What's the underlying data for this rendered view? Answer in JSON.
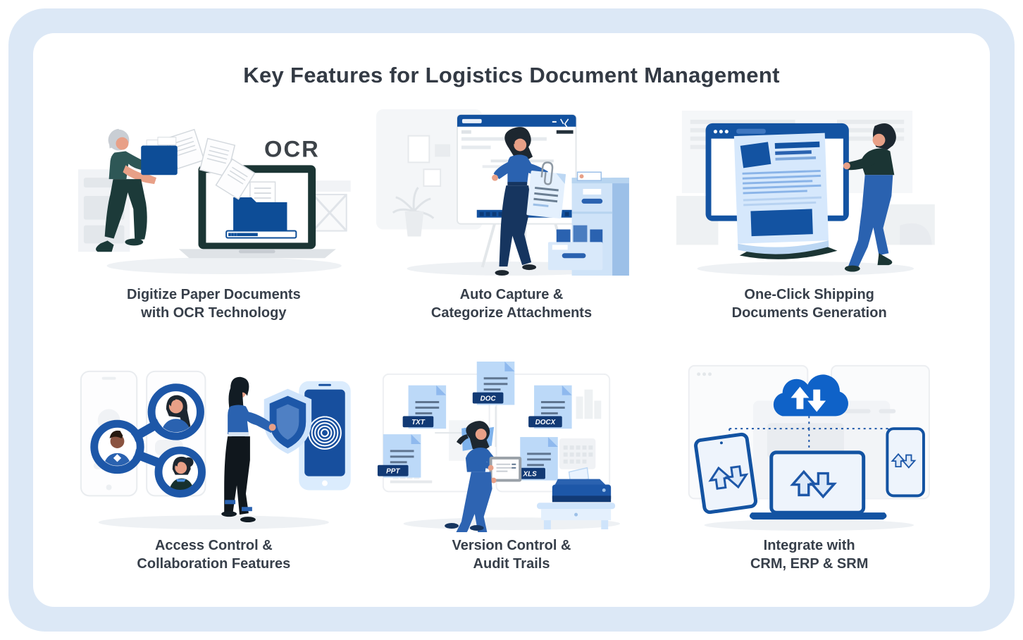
{
  "page": {
    "title": "Key Features for Logistics Document Management"
  },
  "theme": {
    "outer_background": "#ffffff",
    "frame_border": "#dce8f6",
    "card_background": "#ffffff",
    "heading_color": "#333a44",
    "caption_color": "#373f4a",
    "primary_blue": "#1353a2",
    "accent_blue_light": "#cfe4fb",
    "dark_teal": "#1b3534"
  },
  "features": [
    {
      "id": "digitize-ocr",
      "caption_line1": "Digitize Paper Documents",
      "caption_line2": "with OCR Technology",
      "alt": "Person carrying a blue folder while papers fly into a laptop folder with a progress bar"
    },
    {
      "id": "auto-capture",
      "caption_line1": "Auto Capture &",
      "caption_line2": "Categorize Attachments",
      "alt": "Person moving a paper-clipped attachment from a browser window into a file cabinet"
    },
    {
      "id": "shipping-docs",
      "caption_line1": "One-Click Shipping",
      "caption_line2": "Documents Generation",
      "alt": "Person viewing a long generated document scrolling out of a browser window"
    },
    {
      "id": "access-control",
      "caption_line1": "Access Control &",
      "caption_line2": "Collaboration Features",
      "alt": "Connected user avatars, a woman holding a security shield and a phone with a fingerprint"
    },
    {
      "id": "version-control",
      "caption_line1": "Version Control &",
      "caption_line2": "Audit Trails",
      "alt": "Person with a tablet surrounded by TXT, DOC, DOCX, PPT and XLS files, with a printer on a desk"
    },
    {
      "id": "integration",
      "caption_line1": "Integrate with",
      "caption_line2": "CRM, ERP & SRM",
      "alt": "Cloud with sync arrows connected by dotted lines to a tablet, laptop and phone"
    }
  ],
  "labels": {
    "ocr": "OCR",
    "file_types": [
      "TXT",
      "DOC",
      "DOCX",
      "PPT",
      "XLS"
    ]
  }
}
